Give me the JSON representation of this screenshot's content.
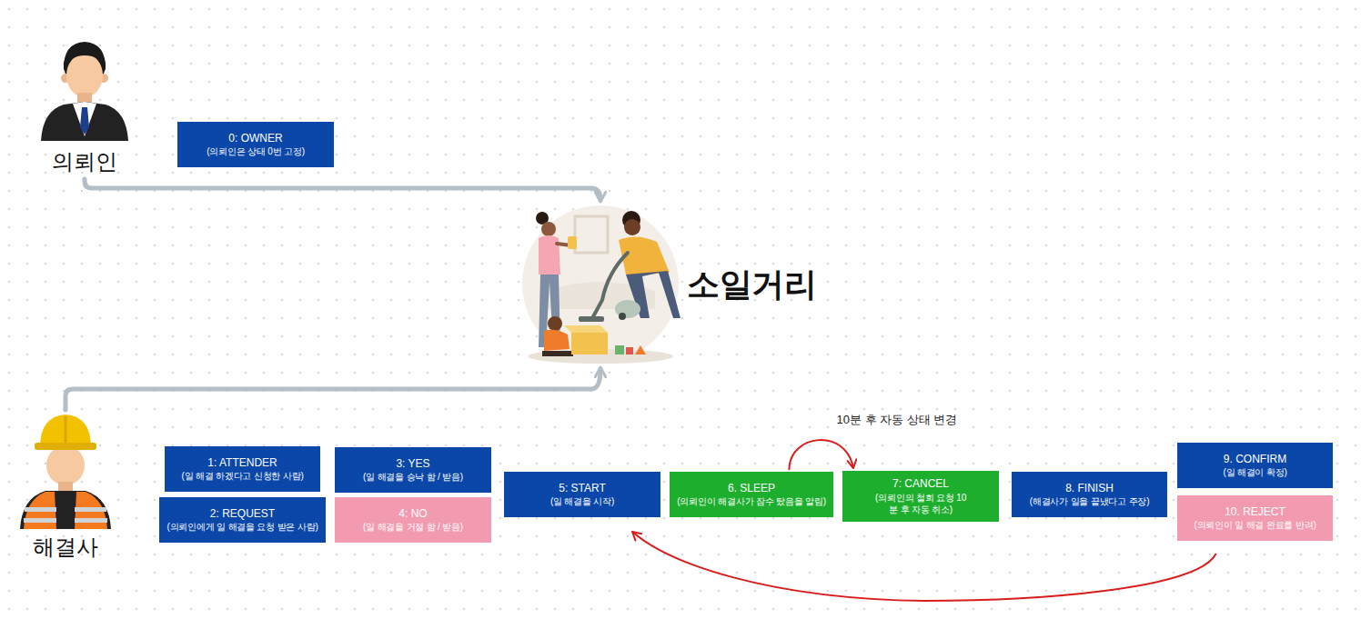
{
  "diagram": {
    "nodes": [
      {
        "text": [
          "의뢰인"
        ]
      },
      {
        "text": [
          "0: OWNER",
          "(의뢰인은 상태 0번 고정)"
        ]
      },
      {
        "text": [
          "소일거리"
        ]
      },
      {
        "text": [
          "해결사"
        ]
      },
      {
        "text": [
          "1: ATTENDER",
          "(일 해결 하겠다고 신청한 사람)"
        ]
      },
      {
        "text": [
          "2: REQUEST",
          "(의뢰인에게 일 해결을 요청 받은 사람)"
        ]
      },
      {
        "text": [
          "3: YES",
          "(일 해결을 승낙 함 / 받음)"
        ]
      },
      {
        "text": [
          "4: NO",
          "(일 해결을 거절 함 / 받음)"
        ]
      },
      {
        "text": [
          "5: START",
          "(일 해결을 시작)"
        ]
      },
      {
        "text": [
          "6. SLEEP",
          "(의뢰인이 해결사가 잠수 탔음을 알림)"
        ]
      },
      {
        "text": [
          "7: CANCEL",
          "(의뢰인의 철회 요청 10분 후 자동 취소)"
        ]
      },
      {
        "text": [
          "8. FINISH",
          "(해결사가 일을 끝냈다고 주장)"
        ]
      },
      {
        "text": [
          "9. CONFIRM",
          "(일 해결이 확정)"
        ]
      },
      {
        "text": [
          "10. REJECT",
          "(의뢰인이 일 해결 완료를 반려)"
        ]
      }
    ],
    "edges": [
      {
        "from": 0,
        "to": 2,
        "arrow": "to"
      },
      {
        "from": 3,
        "to": 2,
        "arrow": "to"
      },
      {
        "from": 9,
        "to": 10,
        "label": "10분 후 자동 상태 변경",
        "arrow": "to"
      },
      {
        "from": 13,
        "to": 8,
        "arrow": "to"
      }
    ]
  }
}
